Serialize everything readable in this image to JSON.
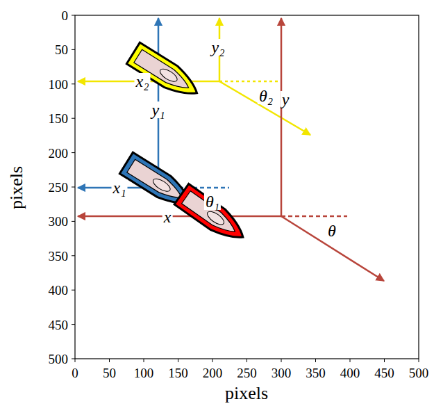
{
  "diagram": {
    "labels": [
      "0",
      "50",
      "100",
      "150",
      "200",
      "250",
      "300",
      "350",
      "400",
      "450",
      "500",
      "0",
      "50",
      "100",
      "150",
      "200",
      "250",
      "300",
      "350",
      "400",
      "450",
      "500",
      "pixels",
      "pixels",
      "y₂",
      "x₂",
      "θ₂",
      "y",
      "y₁",
      "x₁",
      "θ₁",
      "x",
      "θ"
    ]
  }
}
